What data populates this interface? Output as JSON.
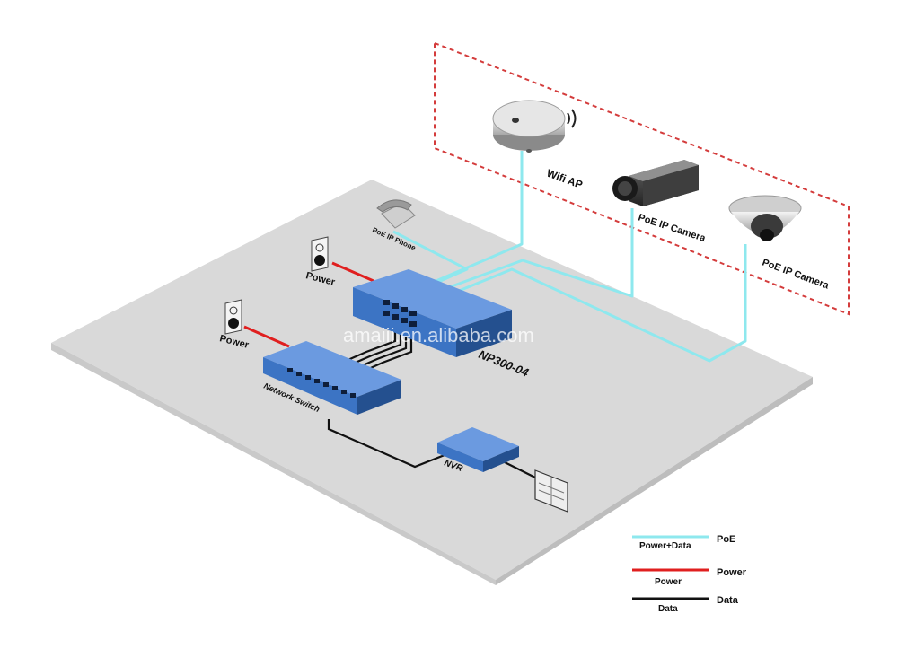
{
  "labels": {
    "wifi_ap": "Wifi AP",
    "poe_camera_box": "PoE IP Camera",
    "poe_camera_dome": "PoE IP Camera",
    "poe_phone": "PoE IP Phone",
    "power_upper": "Power",
    "power_lower": "Power",
    "poe_switch_model": "NP300-04",
    "network_switch": "Network Switch",
    "nvr": "NVR",
    "watermark": "amaiii.en.alibaba.com"
  },
  "legend": {
    "poe": {
      "label": "PoE",
      "caption": "Power+Data",
      "color": "#8ee8ee"
    },
    "power": {
      "label": "Power",
      "caption": "Power",
      "color": "#e01f1f"
    },
    "data": {
      "label": "Data",
      "caption": "Data",
      "color": "#111111"
    }
  },
  "colors": {
    "floor": "#d9d9d9",
    "floor_edge": "#c4c4c4",
    "zone_border": "#d43c3c",
    "device_blue": "#3c74c4",
    "device_blue_dark": "#24508f"
  }
}
